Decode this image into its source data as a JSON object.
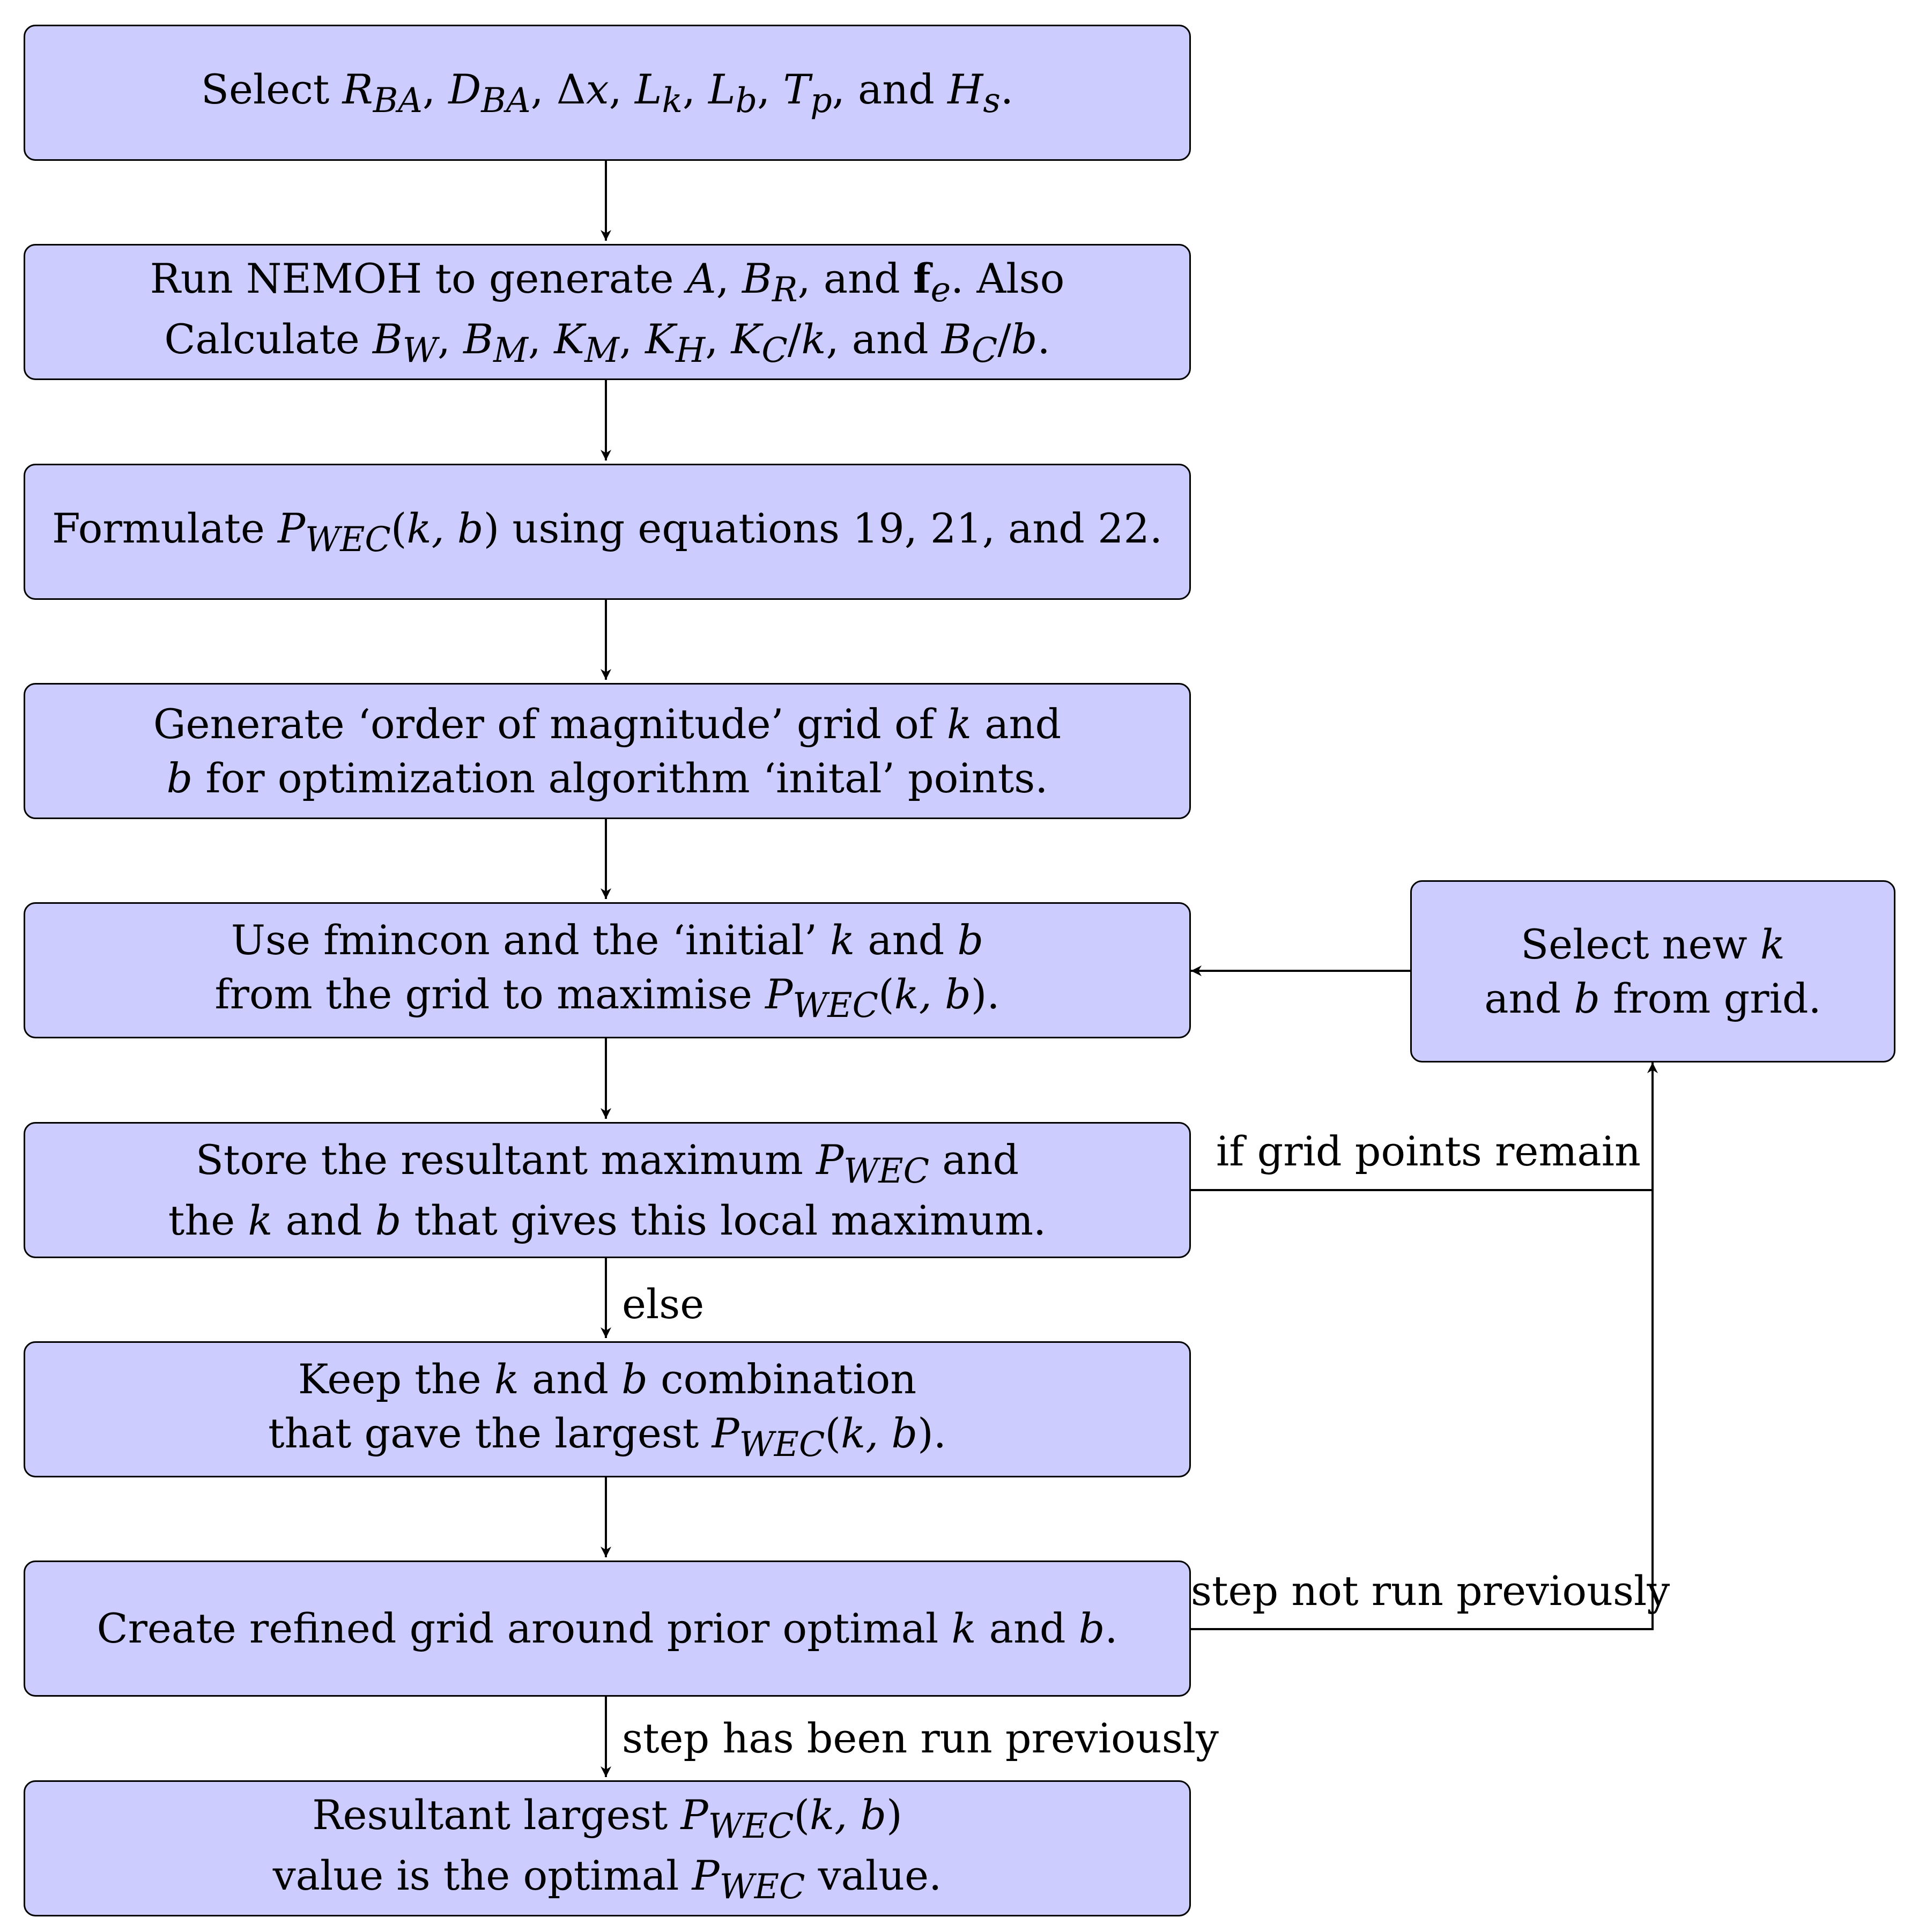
{
  "steps": [
    {
      "lines": [
        "Select R_BA, D_BA, Δx, L_k, L_b, T_p, and H_s."
      ]
    },
    {
      "lines": [
        "Run NEMOH to generate A, B_R, and f_e. Also",
        "Calculate B_W, B_M, K_M, K_H, K_C/k, and B_C/b."
      ]
    },
    {
      "lines": [
        "Formulate P_WEC(k, b) using equations 19, 21, and 22."
      ]
    },
    {
      "lines": [
        "Generate ‘order of magnitude’ grid of k and",
        "b for optimization algorithm ‘inital’ points."
      ]
    },
    {
      "lines": [
        "Use fmincon and the ‘initial’ k and b",
        "from the grid to maximise P_WEC(k, b)."
      ]
    },
    {
      "lines": [
        "Store the resultant maximum P_WEC and",
        "the k and b that gives this local maximum."
      ]
    },
    {
      "lines": [
        "Keep the k and b combination",
        "that gave the largest P_WEC(k, b)."
      ]
    },
    {
      "lines": [
        "Create refined grid around prior optimal k and b."
      ]
    },
    {
      "lines": [
        "Resultant largest P_WEC(k, b)",
        "value is the optimal P_WEC value."
      ]
    }
  ],
  "side_step": {
    "lines": [
      "Select new k",
      "and b from grid."
    ]
  },
  "edge_labels": {
    "grid_remain": "if grid points remain",
    "else": "else",
    "not_run": "step not run previously",
    "has_run": "step has been run previously"
  }
}
